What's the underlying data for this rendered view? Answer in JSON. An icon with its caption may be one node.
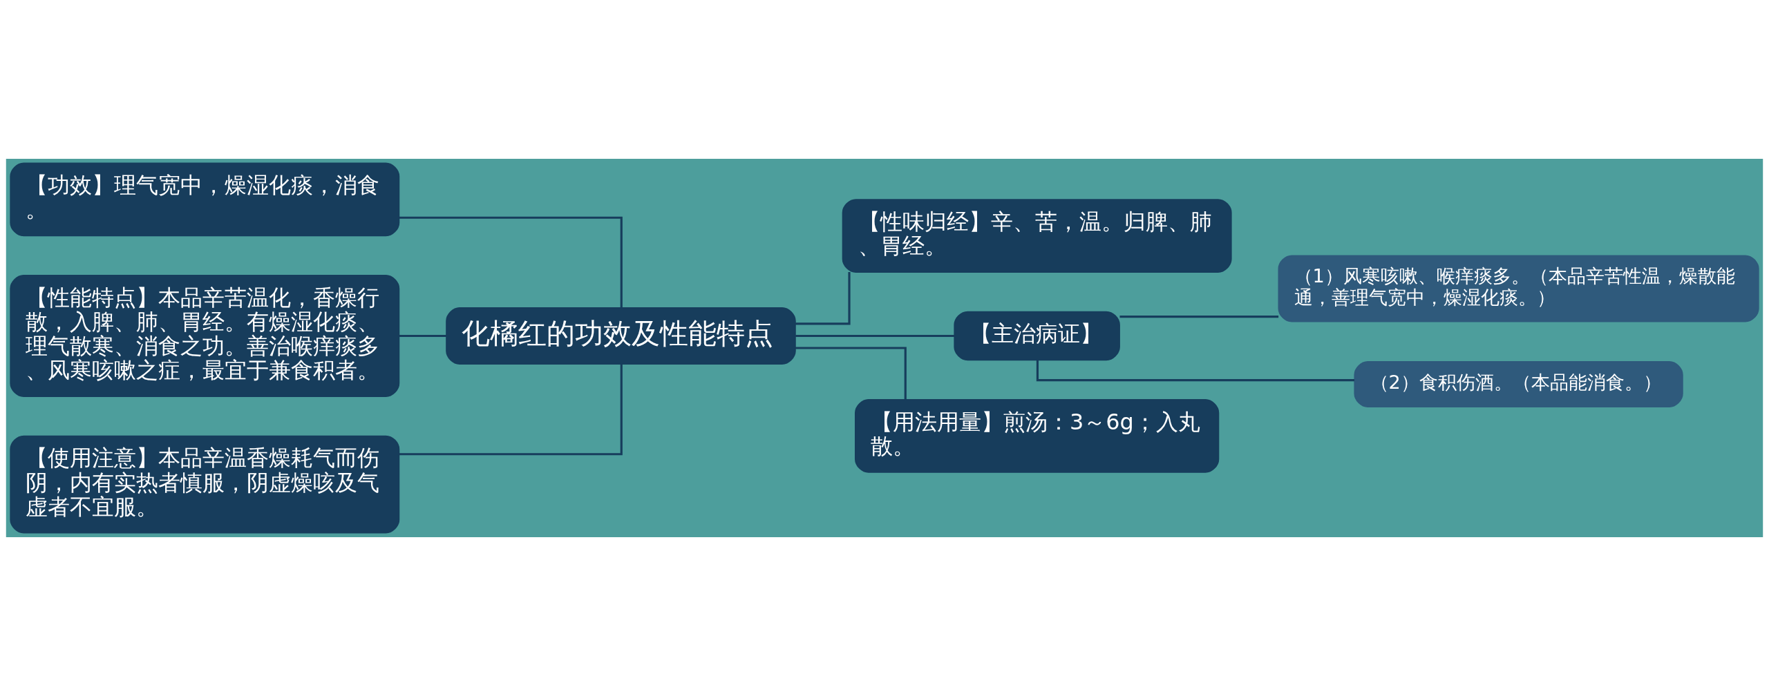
{
  "diagram": {
    "nodes": [
      {
        "text": [
          "化橘红的功效及性能特点"
        ]
      },
      {
        "text": [
          "【功效】理气宽中，燥湿化痰，消食。"
        ]
      },
      {
        "text": [
          "【性能特点】本品辛苦温化，香燥行散，入脾、肺、胃经。有燥湿化痰、理气散寒、消食之功。善治喉痒痰多、风寒咳嗽之症，最宜于兼食积者。"
        ]
      },
      {
        "text": [
          "【使用注意】本品辛温香燥耗气而伤阴，内有实热者慎服，阴虚燥咳及气虚者不宜服。"
        ]
      },
      {
        "text": [
          "【性味归经】辛、苦，温。归脾、肺、胃经。"
        ]
      },
      {
        "text": [
          "【主治病证】"
        ]
      },
      {
        "text": [
          "（1）风寒咳嗽、喉痒痰多。（本品辛苦性温，燥散能通，善理气宽中，燥湿化痰。）"
        ]
      },
      {
        "text": [
          "（2）食积伤酒。（本品能消食。）"
        ]
      },
      {
        "text": [
          "【用法用量】煎汤：3～6g；入丸散。"
        ]
      }
    ],
    "edges": [
      {
        "from": 1,
        "to": 0,
        "arrow": "none"
      },
      {
        "from": 2,
        "to": 0,
        "arrow": "none"
      },
      {
        "from": 3,
        "to": 0,
        "arrow": "none"
      },
      {
        "from": 0,
        "to": 4,
        "arrow": "none"
      },
      {
        "from": 0,
        "to": 5,
        "arrow": "none"
      },
      {
        "from": 5,
        "to": 6,
        "arrow": "none"
      },
      {
        "from": 5,
        "to": 7,
        "arrow": "none"
      },
      {
        "from": 0,
        "to": 8,
        "arrow": "none"
      }
    ]
  }
}
